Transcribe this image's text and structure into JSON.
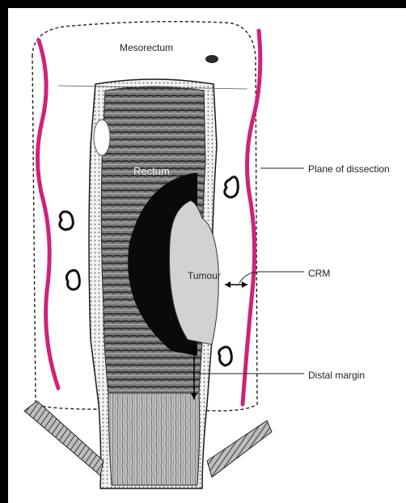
{
  "labels": {
    "mesorectum": "Mesorectum",
    "rectum": "Rectum",
    "tumour": "Tumour",
    "plane_of_dissection": "Plane of dissection",
    "crm": "CRM",
    "distal_margin": "Distal margin"
  },
  "colors": {
    "frame": "#000000",
    "plane_line": "#d0227a",
    "tumour_core": "#0a0a0a",
    "tumour_inner": "#d2d2d2",
    "rectal_wall": "#6e6e6e",
    "outline": "#1a1a1a"
  },
  "icons": {
    "lymph_node": "kidney-shaped node icon",
    "double_arrow": "double-headed arrow"
  }
}
